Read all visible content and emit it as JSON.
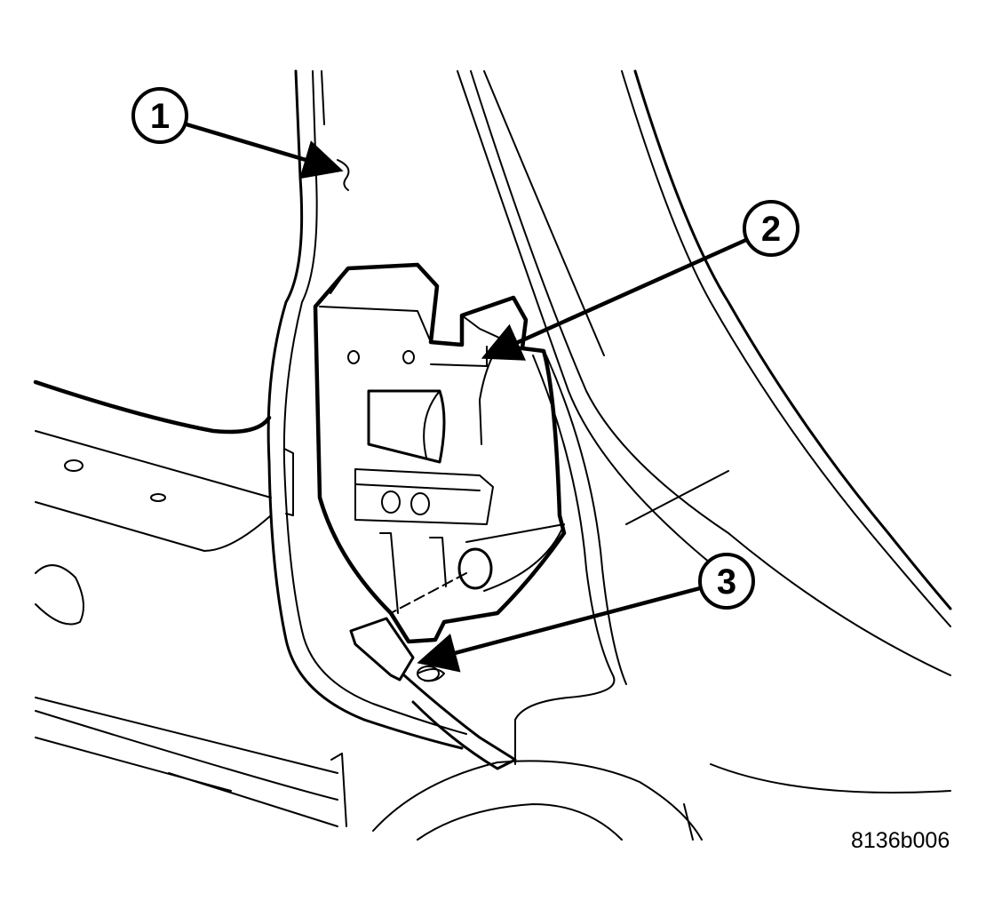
{
  "callouts": [
    {
      "number": "1"
    },
    {
      "number": "2"
    },
    {
      "number": "3"
    }
  ],
  "figure_id": "8136b006"
}
